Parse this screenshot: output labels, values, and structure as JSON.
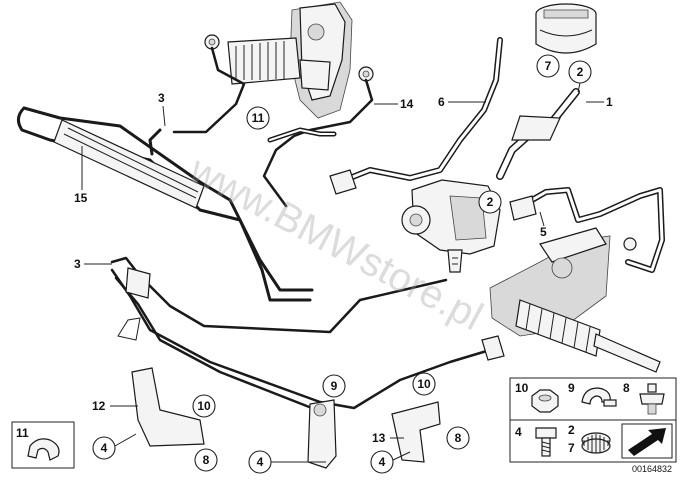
{
  "callouts": {
    "c1": "1",
    "c2a": "2",
    "c2b": "2",
    "c3a": "3",
    "c3b": "3",
    "c4a": "4",
    "c4b": "4",
    "c4c": "4",
    "c5": "5",
    "c6": "6",
    "c7": "7",
    "c8a": "8",
    "c8b": "8",
    "c9": "9",
    "c10a": "10",
    "c10b": "10",
    "c11a": "11",
    "c11b": "11",
    "c12": "12",
    "c13": "13",
    "c14": "14",
    "c15": "15"
  },
  "legend": {
    "n10": "10",
    "n9": "9",
    "n8": "8",
    "n4": "4",
    "n2": "2",
    "n7": "7",
    "n11": "11"
  },
  "watermark": "www.BMWstore.pl",
  "diagram_number": "00164832"
}
